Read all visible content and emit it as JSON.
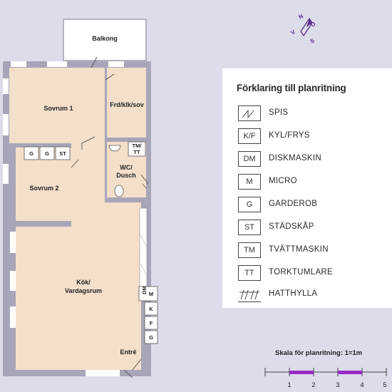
{
  "rooms": {
    "balcony": "Balkong",
    "bedroom1": "Sovrum 1",
    "storage": "Frd/klk/sov",
    "bedroom2": "Sovrum 2",
    "wc_line1": "WC/",
    "wc_line2": "Dusch",
    "kitchen_line1": "Kök/",
    "kitchen_line2": "Vardagsrum",
    "entrance": "Entré"
  },
  "fixtures": {
    "wardrobe1": "G",
    "wardrobe2": "G",
    "cleaning_closet": "ST",
    "washer_dryer_line1": "TM/",
    "washer_dryer_line2": "TT",
    "kitchen_dm": "DM",
    "kitchen_m": "M",
    "kitchen_k": "K",
    "kitchen_f": "F",
    "kitchen_g": "G"
  },
  "legend": {
    "title": "Förklaring till planritning",
    "items": [
      {
        "code": "",
        "icon": "stove-icon",
        "label": "SPIS"
      },
      {
        "code": "K/F",
        "label": "KYL/FRYS"
      },
      {
        "code": "DM",
        "label": "DISKMASKIN"
      },
      {
        "code": "M",
        "label": "MICRO"
      },
      {
        "code": "G",
        "label": "GARDEROB"
      },
      {
        "code": "ST",
        "label": "STÄDSKÅP"
      },
      {
        "code": "TM",
        "label": "TVÄTTMASKIN"
      },
      {
        "code": "TT",
        "label": "TORKTUMLARE"
      },
      {
        "code": "",
        "icon": "hat-shelf-icon",
        "label": "HATTHYLLA"
      }
    ]
  },
  "scale": {
    "label": "Skala för planritning: 1=1m",
    "ticks": [
      "1",
      "2",
      "3",
      "4",
      "5"
    ]
  },
  "compass": {
    "n": "N",
    "o": "O",
    "s": "S",
    "v": "V"
  },
  "colors": {
    "background": "#dcdceb",
    "floor": "#f3dfca",
    "wall": "#a7a5b8",
    "accent": "#9a2ac8",
    "compass": "#5b2d8a"
  }
}
